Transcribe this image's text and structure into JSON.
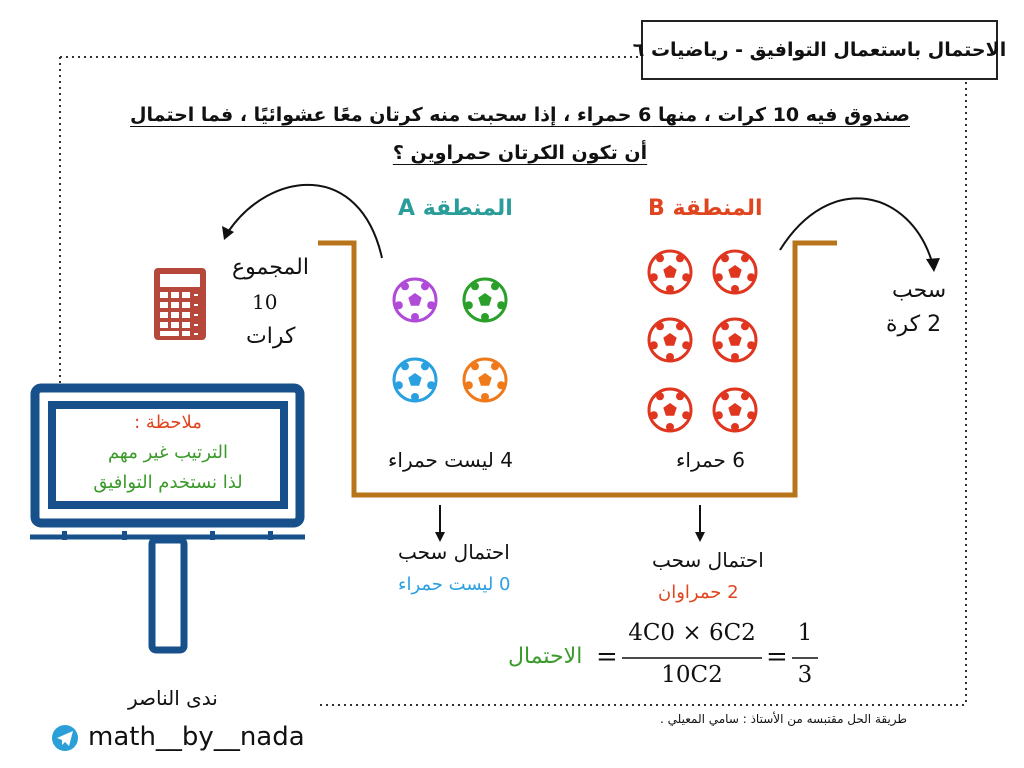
{
  "title": "الاحتمال باستعمال التوافيق - رياضيات ٦",
  "question": {
    "line1": "صندوق فيه 10 كرات ، منها 6 حمراء ، إذا سحبت منه كرتان معًا عشوائيًا ، فما احتمال",
    "line2": "أن تكون الكرتان حمراوين ؟"
  },
  "zones": {
    "a": {
      "label": "المنطقة A",
      "count_label": "4 ليست حمراء",
      "color": "#2a9d9a"
    },
    "b": {
      "label": "المنطقة B",
      "count_label": "6 حمراء",
      "color": "#e0451f"
    }
  },
  "total": {
    "label": "المجموع",
    "value": "10",
    "unit": "كرات"
  },
  "draw": {
    "label": "سحب",
    "value": "2 كرة"
  },
  "note": {
    "title": "ملاحظة :",
    "line1": "الترتيب غير مهم",
    "line2": "لذا نستخدم التوافيق"
  },
  "prob_a": {
    "label": "احتمال سحب",
    "value": "0 ليست حمراء"
  },
  "prob_b": {
    "label": "احتمال سحب",
    "value": "2 حمراوان"
  },
  "formula": {
    "label": "الاحتمال",
    "numerator": "4C0 × 6C2",
    "denominator": "10C2",
    "result_num": "1",
    "result_den": "3",
    "equals": "="
  },
  "author": "ندى الناصر",
  "handle": "math__by__nada",
  "credit": "طريقة الحل مقتبسه من الأستاذ : سامي المعيلي ."
}
